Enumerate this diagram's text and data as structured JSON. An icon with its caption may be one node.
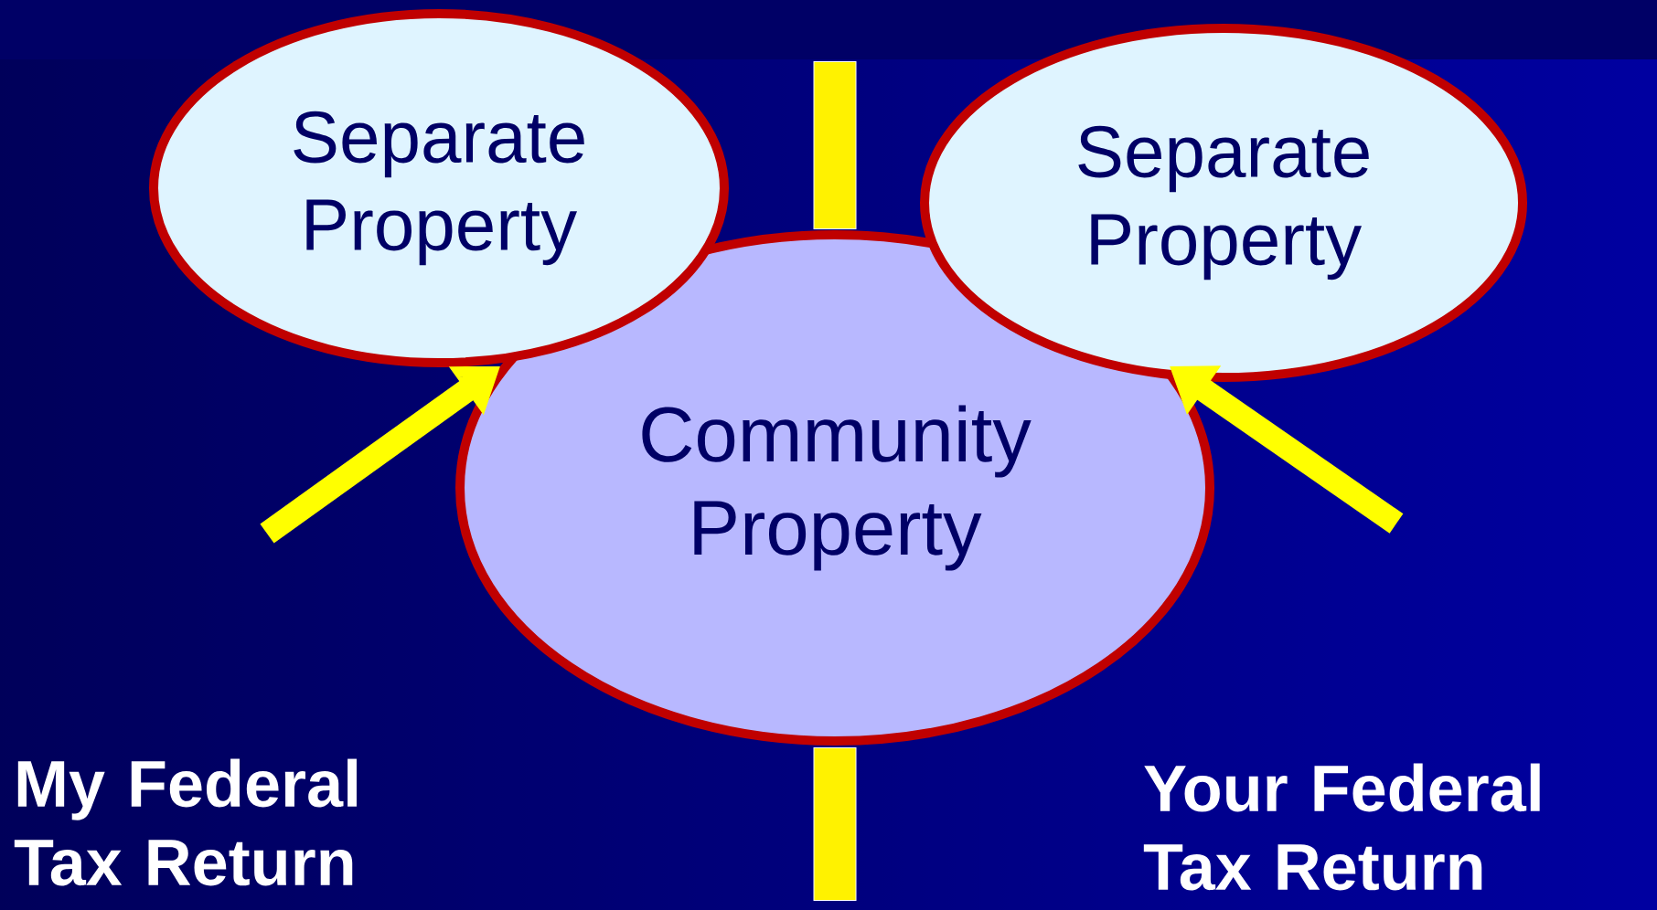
{
  "diagram": {
    "nodes": [
      {
        "text": [
          "Separate Property"
        ]
      },
      {
        "text": [
          "Separate Property"
        ]
      },
      {
        "text": [
          "Community Property"
        ]
      },
      {
        "text": [
          "My Federal Tax Return"
        ]
      },
      {
        "text": [
          "Your Federal Tax Return"
        ]
      },
      {
        "text": [],
        "shape": "bar"
      },
      {
        "text": [],
        "shape": "bar"
      }
    ],
    "edges": [
      {
        "from": null,
        "to": 2,
        "arrow": "to"
      },
      {
        "from": null,
        "to": 2,
        "arrow": "to"
      }
    ]
  }
}
